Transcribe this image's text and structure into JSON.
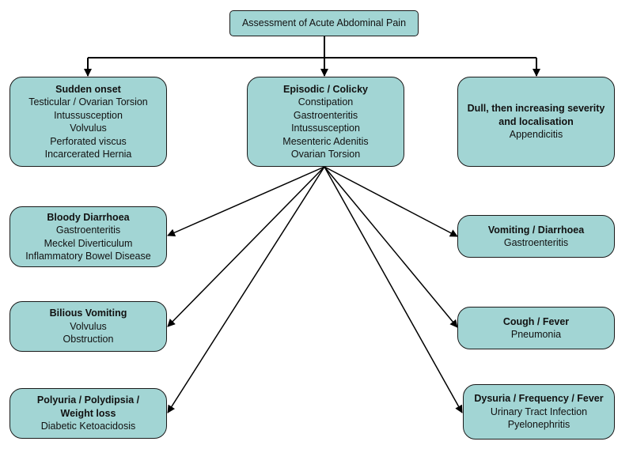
{
  "root": {
    "title": "Assessment of Acute Abdominal Pain"
  },
  "sudden_onset": {
    "title": "Sudden onset",
    "items": [
      "Testicular / Ovarian Torsion",
      "Intussusception",
      "Volvulus",
      "Perforated viscus",
      "Incarcerated Hernia"
    ]
  },
  "episodic": {
    "title": "Episodic / Colicky",
    "items": [
      "Constipation",
      "Gastroenteritis",
      "Intussusception",
      "Mesenteric Adenitis",
      "Ovarian Torsion"
    ]
  },
  "dull": {
    "title_lines": [
      "Dull, then increasing severity",
      "and localisation"
    ],
    "items": [
      "Appendicitis"
    ]
  },
  "bloody_diarrhoea": {
    "title": "Bloody Diarrhoea",
    "items": [
      "Gastroenteritis",
      "Meckel Diverticulum",
      "Inflammatory Bowel Disease"
    ]
  },
  "bilious_vomiting": {
    "title": "Bilious Vomiting",
    "items": [
      "Volvulus",
      "Obstruction"
    ]
  },
  "polyuria": {
    "title_lines": [
      "Polyuria / Polydipsia /",
      "Weight loss"
    ],
    "items": [
      "Diabetic Ketoacidosis"
    ]
  },
  "vomiting_diarrhoea": {
    "title": "Vomiting / Diarrhoea",
    "items": [
      "Gastroenteritis"
    ]
  },
  "cough_fever": {
    "title": "Cough / Fever",
    "items": [
      "Pneumonia"
    ]
  },
  "dysuria": {
    "title": "Dysuria / Frequency / Fever",
    "items": [
      "Urinary Tract Infection",
      "Pyelonephritis"
    ]
  },
  "colors": {
    "node_fill": "#a2d5d4",
    "stroke": "#1a1a1a"
  }
}
